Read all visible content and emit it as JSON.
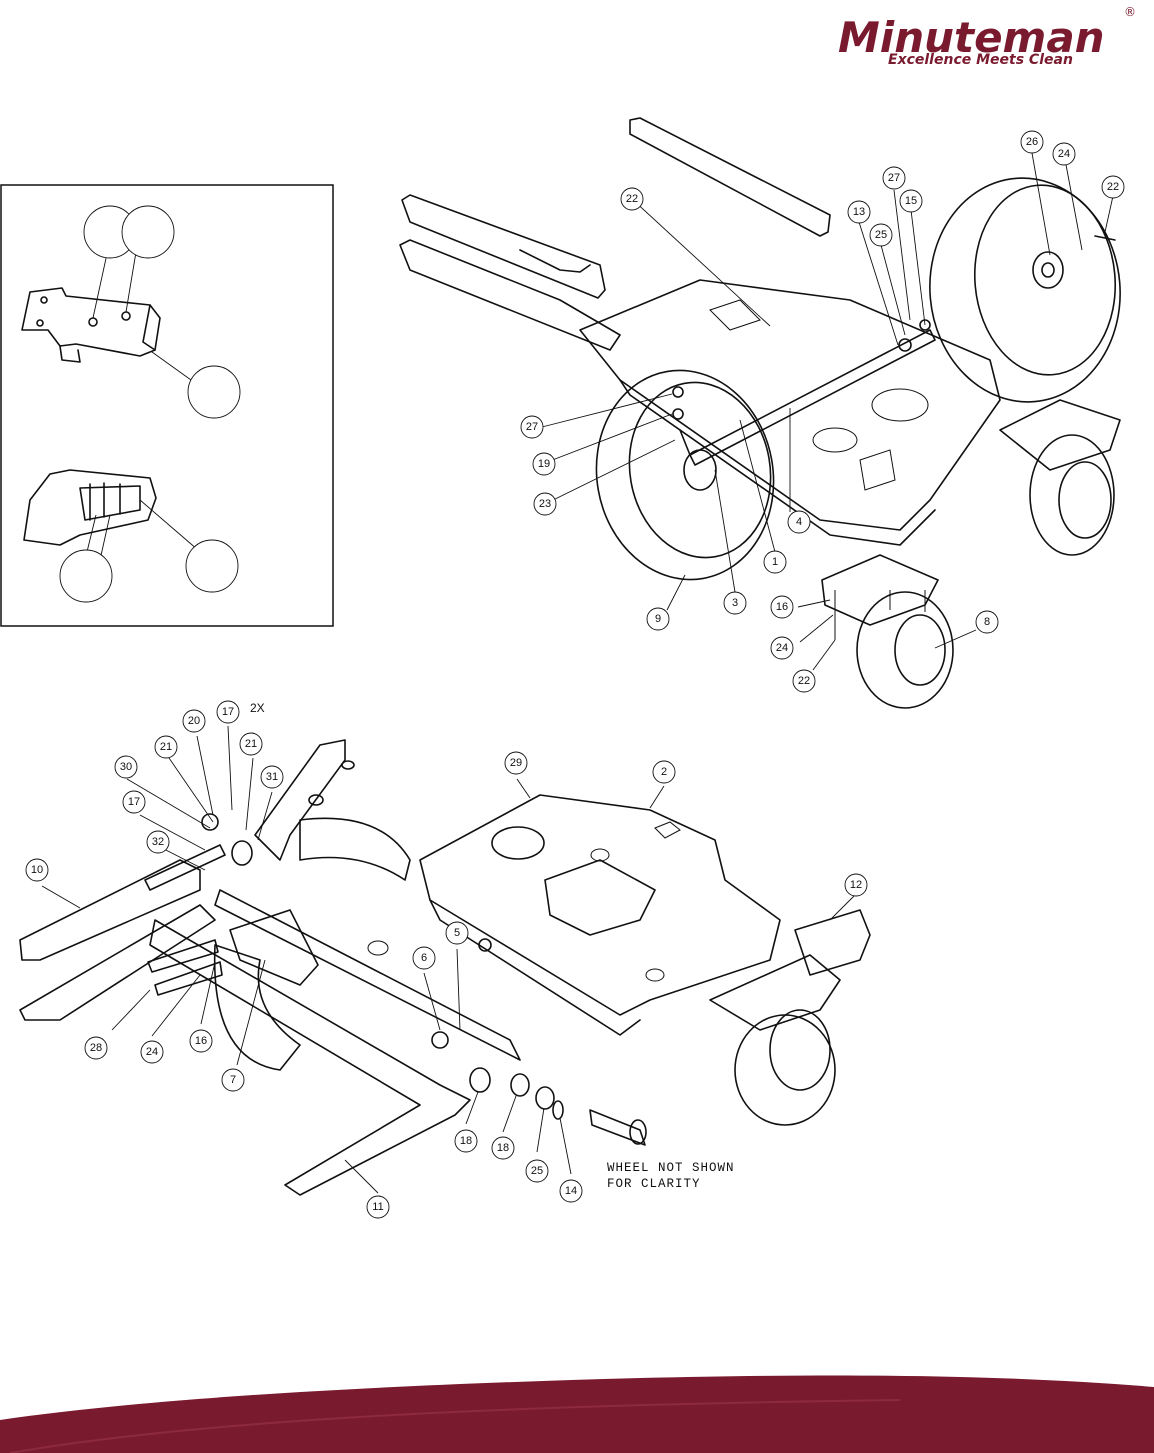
{
  "brand": {
    "name": "Minuteman",
    "tagline": "Excellence Meets Clean",
    "registered": "®",
    "color": "#7a1a2e"
  },
  "diagram": {
    "note_line1": "WHEEL NOT SHOWN",
    "note_line2": "FOR CLARITY",
    "qty_label": "2X",
    "callouts": [
      {
        "id": "c-22a",
        "label": "22"
      },
      {
        "id": "c-26",
        "label": "26"
      },
      {
        "id": "c-24a",
        "label": "24"
      },
      {
        "id": "c-27a",
        "label": "27"
      },
      {
        "id": "c-15",
        "label": "15"
      },
      {
        "id": "c-22b",
        "label": "22"
      },
      {
        "id": "c-13",
        "label": "13"
      },
      {
        "id": "c-25a",
        "label": "25"
      },
      {
        "id": "c-27b",
        "label": "27"
      },
      {
        "id": "c-19",
        "label": "19"
      },
      {
        "id": "c-23",
        "label": "23"
      },
      {
        "id": "c-4",
        "label": "4"
      },
      {
        "id": "c-1",
        "label": "1"
      },
      {
        "id": "c-3",
        "label": "3"
      },
      {
        "id": "c-9",
        "label": "9"
      },
      {
        "id": "c-16a",
        "label": "16"
      },
      {
        "id": "c-24b",
        "label": "24"
      },
      {
        "id": "c-22c",
        "label": "22"
      },
      {
        "id": "c-8",
        "label": "8"
      },
      {
        "id": "c-20",
        "label": "20"
      },
      {
        "id": "c-17a",
        "label": "17"
      },
      {
        "id": "c-21a",
        "label": "21"
      },
      {
        "id": "c-21b",
        "label": "21"
      },
      {
        "id": "c-30",
        "label": "30"
      },
      {
        "id": "c-31",
        "label": "31"
      },
      {
        "id": "c-17b",
        "label": "17"
      },
      {
        "id": "c-32",
        "label": "32"
      },
      {
        "id": "c-10",
        "label": "10"
      },
      {
        "id": "c-29",
        "label": "29"
      },
      {
        "id": "c-2",
        "label": "2"
      },
      {
        "id": "c-12",
        "label": "12"
      },
      {
        "id": "c-6",
        "label": "6"
      },
      {
        "id": "c-5",
        "label": "5"
      },
      {
        "id": "c-28",
        "label": "28"
      },
      {
        "id": "c-24c",
        "label": "24"
      },
      {
        "id": "c-16b",
        "label": "16"
      },
      {
        "id": "c-7",
        "label": "7"
      },
      {
        "id": "c-18a",
        "label": "18"
      },
      {
        "id": "c-18b",
        "label": "18"
      },
      {
        "id": "c-25b",
        "label": "25"
      },
      {
        "id": "c-14",
        "label": "14"
      },
      {
        "id": "c-11",
        "label": "11"
      }
    ]
  }
}
